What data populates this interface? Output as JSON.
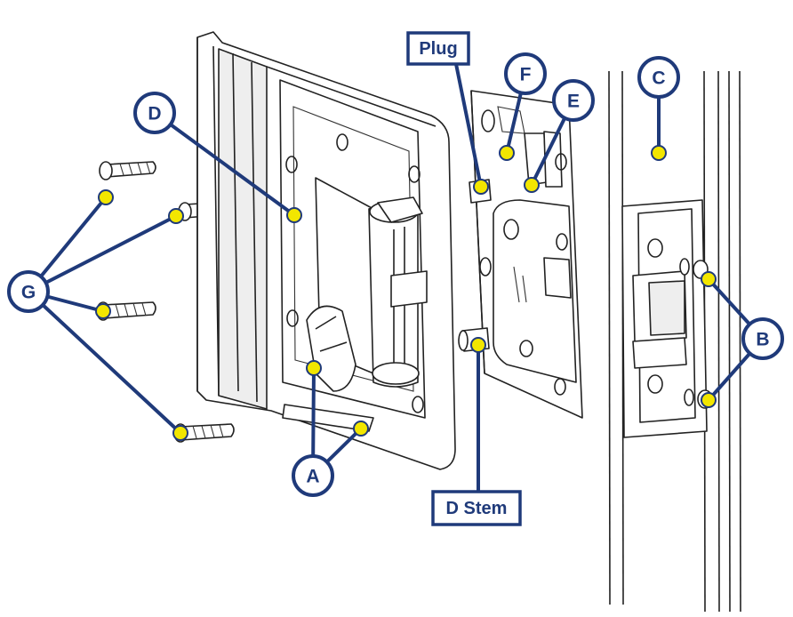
{
  "callouts": {
    "A": "A",
    "B": "B",
    "C": "C",
    "D": "D",
    "E": "E",
    "F": "F",
    "G": "G"
  },
  "boxes": {
    "plug": "Plug",
    "d_stem": "D Stem"
  },
  "colors": {
    "callout_stroke": "#1f3a7a",
    "dot_fill": "#f2e600",
    "line_art": "#222222"
  }
}
